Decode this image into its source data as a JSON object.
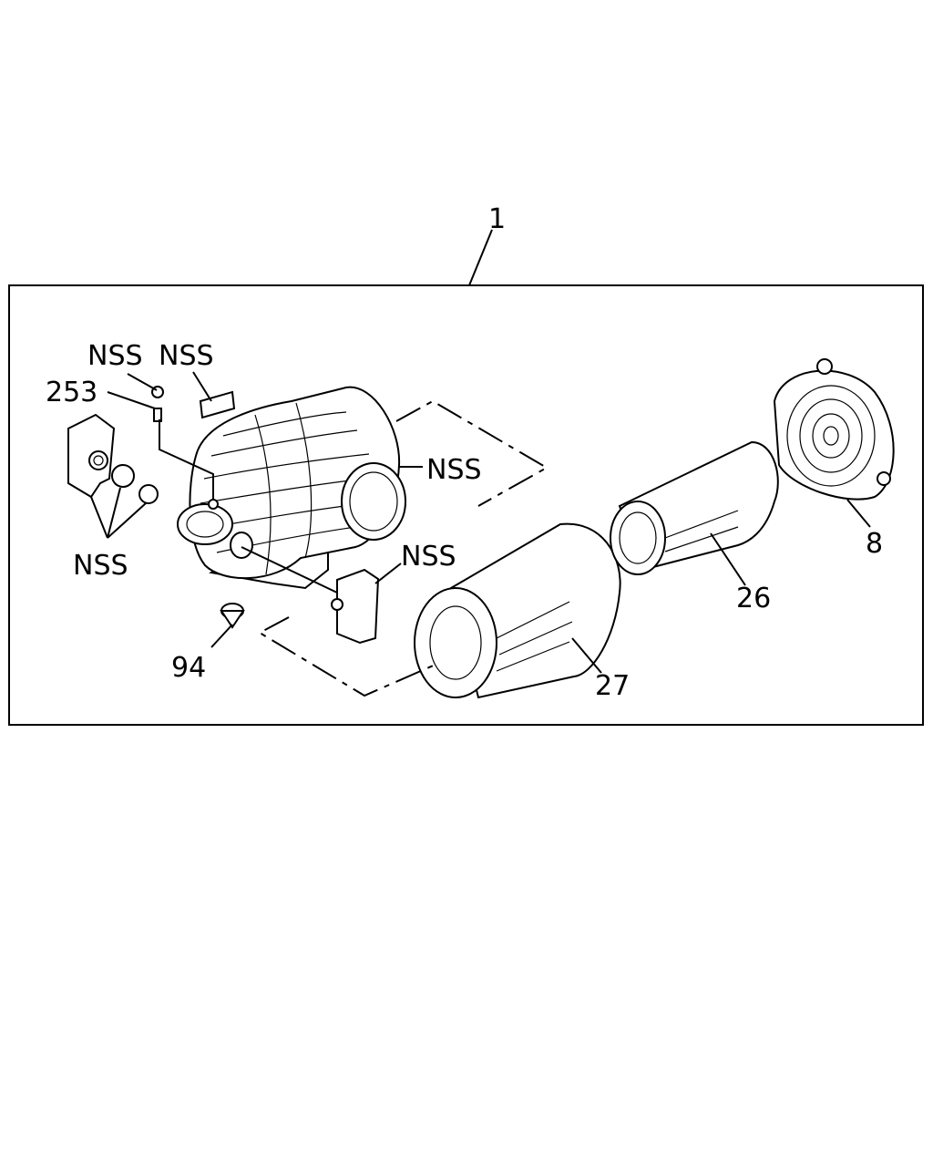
{
  "callouts": {
    "assembly": "1",
    "nss_cap": "NSS",
    "nss_label": "NSS",
    "bolt": "253",
    "nss_outlet": "NSS",
    "nss_clamps": "NSS",
    "nss_bracket": "NSS",
    "valve": "94",
    "element_outer": "27",
    "element_inner": "26",
    "cover": "8"
  }
}
